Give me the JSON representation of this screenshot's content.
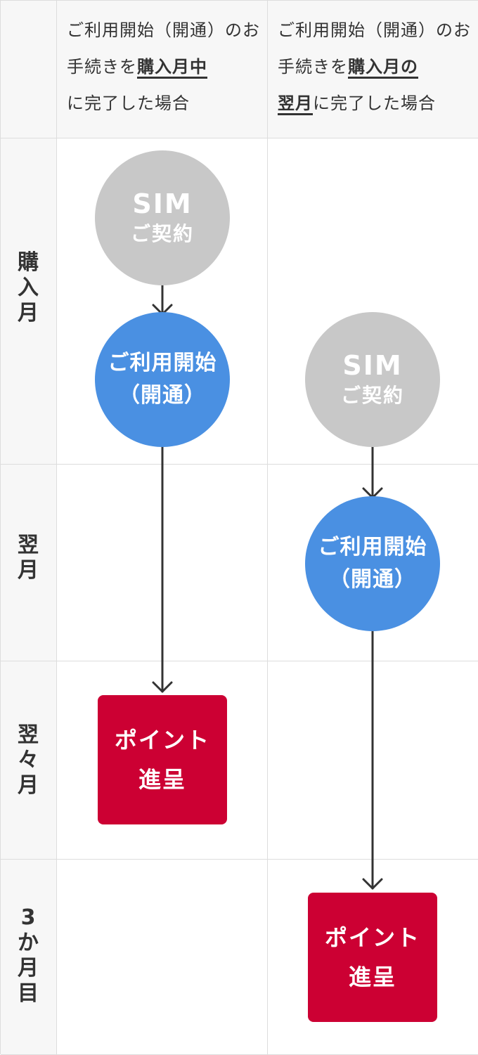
{
  "headers": [
    {
      "pre": "ご利用開始（開通）のお手続きを",
      "hl1": "購入月中",
      "post": "に完了した場合"
    },
    {
      "pre": "ご利用開始（開通）のお手続きを",
      "hl1": "購入月の",
      "hl2": "翌月",
      "post": "に完了した場合"
    }
  ],
  "row_labels": [
    [
      "購",
      "入",
      "月"
    ],
    [
      "翌",
      "月"
    ],
    [
      "翌",
      "々",
      "月"
    ],
    [
      "3",
      "か",
      "月",
      "目"
    ]
  ],
  "nodes": {
    "sim_line1": "SIM",
    "sim_line2": "ご契約",
    "start_line1": "ご利用開始",
    "start_line2": "（開通）",
    "point_line1": "ポイント",
    "point_line2": "進呈"
  },
  "colors": {
    "sim": "#c8c8c8",
    "start": "#4a90e2",
    "point": "#cc0033",
    "border": "#dddddd",
    "label_bg": "#f7f7f7"
  }
}
